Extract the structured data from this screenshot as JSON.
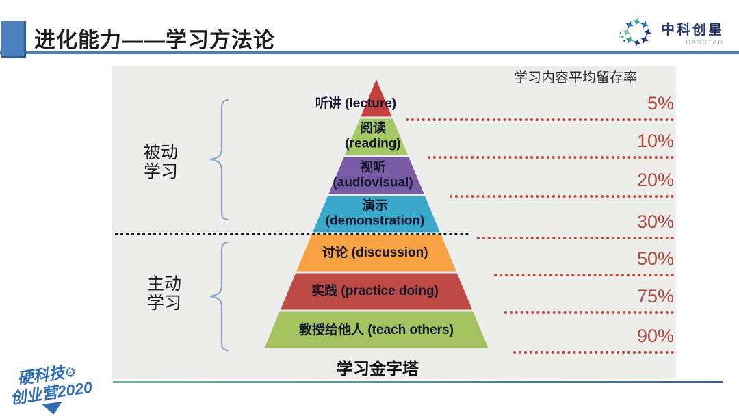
{
  "header": {
    "title": "进化能力——学习方法论",
    "accent_color": "#4a7ebc"
  },
  "brand": {
    "name": "中科创星",
    "subname": "CASSTAR",
    "mark_colors": [
      "#1e3a7a",
      "#2b6cb8",
      "#2ea89c",
      "#7ac2a0"
    ]
  },
  "chart_data": {
    "type": "pyramid",
    "title": "学习金字塔",
    "value_header": "学习内容平均留存率",
    "levels": [
      {
        "label_lines": [
          "听讲 (lecture)"
        ],
        "retention": "5%",
        "color": "#c2403e"
      },
      {
        "label_lines": [
          "阅读",
          "(reading)"
        ],
        "retention": "10%",
        "color": "#a6c967"
      },
      {
        "label_lines": [
          "视听",
          "(audiovisual)"
        ],
        "retention": "20%",
        "color": "#7a5ca5"
      },
      {
        "label_lines": [
          "演示",
          "(demonstration)"
        ],
        "retention": "30%",
        "color": "#3aa8c9"
      },
      {
        "label_lines": [
          "讨论 (discussion)"
        ],
        "retention": "50%",
        "color": "#f7a243"
      },
      {
        "label_lines": [
          "实践 (practice doing)"
        ],
        "retention": "75%",
        "color": "#bb4b44"
      },
      {
        "label_lines": [
          "教授给他人 (teach others)"
        ],
        "retention": "90%",
        "color": "#a3c25f"
      }
    ],
    "groups": [
      {
        "name": "passive",
        "label_lines": [
          "被动",
          "学习"
        ],
        "level_range": [
          1,
          4
        ]
      },
      {
        "name": "active",
        "label_lines": [
          "主动",
          "学习"
        ],
        "level_range": [
          5,
          7
        ]
      }
    ],
    "divider_after_level": 4,
    "dotted_line_color": "#c0483e",
    "percent_color": "#b04a3e"
  },
  "footer": {
    "camp_line1": "硬科技",
    "camp_line2": "创业营2020",
    "gear_glyph": "⚙"
  }
}
